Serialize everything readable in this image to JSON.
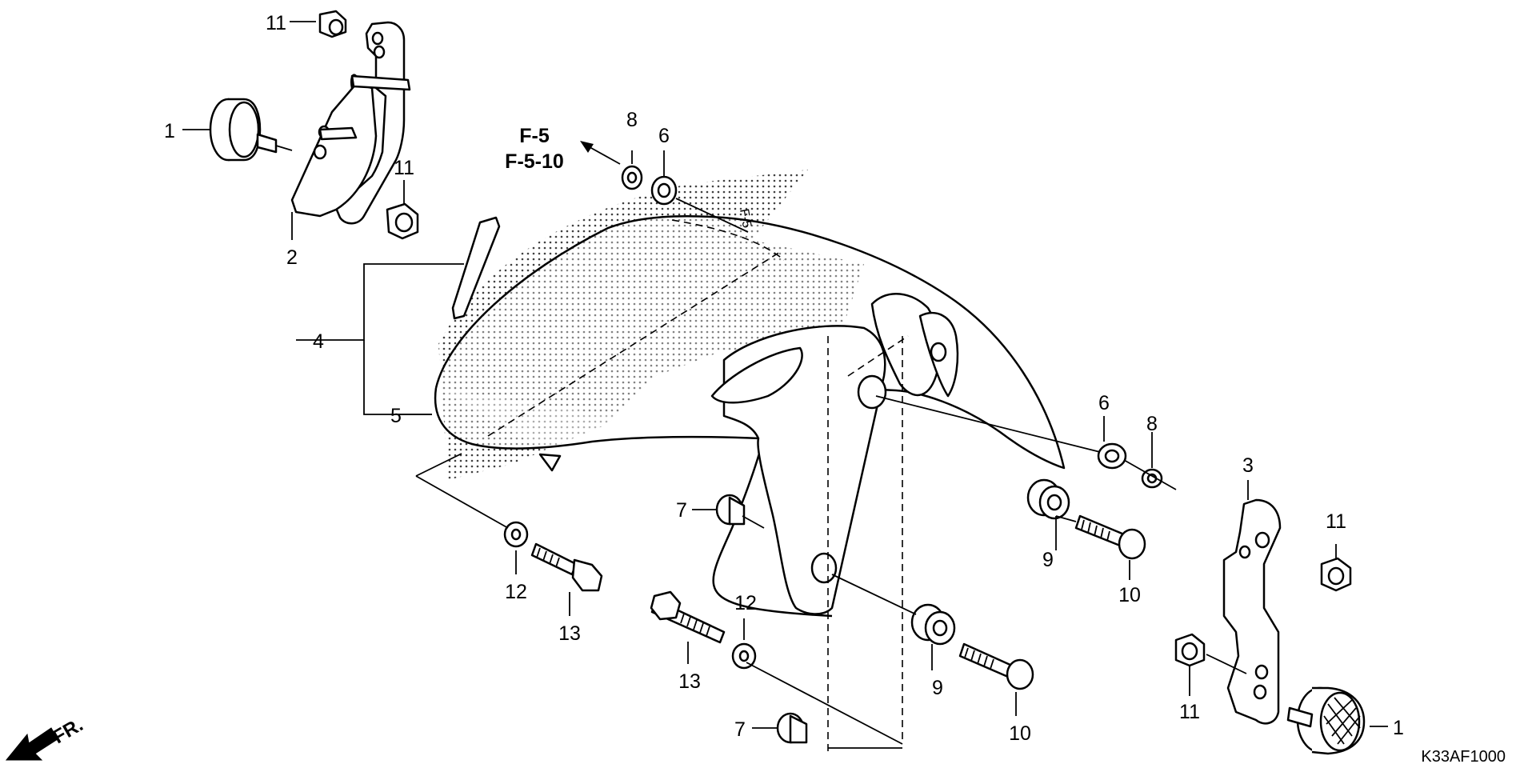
{
  "diagram": {
    "reference": {
      "line1": "F-5",
      "line2": "F-5-10"
    },
    "diagram_code": "K33AF1000",
    "direction_label": "FR.",
    "callouts": {
      "bumper_left": "1",
      "bumper_right": "1",
      "stay_left": "2",
      "stay_right": "3",
      "fender_assembly": "4",
      "fender_body": "5",
      "collar_top": "6",
      "collar_right": "6",
      "collar_bolt_upper": "7",
      "collar_bolt_lower": "7",
      "washer_top": "8",
      "washer_right": "8",
      "grommet_upper": "9",
      "grommet_lower": "9",
      "bolt_upper": "10",
      "bolt_lower": "10",
      "nut_top_left": "11",
      "nut_left": "11",
      "nut_right": "11",
      "nut_lower_right": "11",
      "washer_lower_left": "12",
      "washer_lower_mid": "12",
      "flange_bolt_left": "13",
      "flange_bolt_mid": "13"
    },
    "inline_mark": "F-5"
  }
}
